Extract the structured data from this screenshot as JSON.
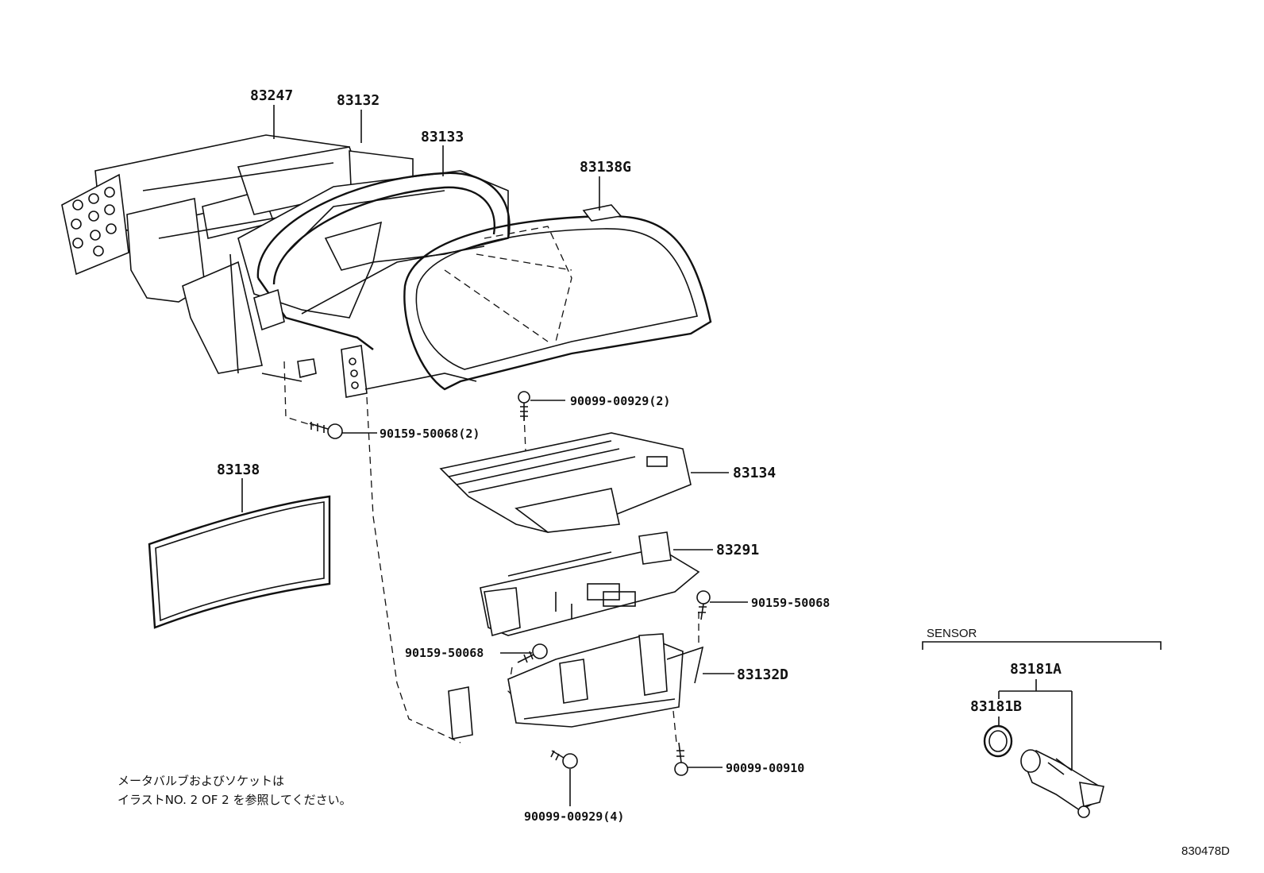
{
  "labels": {
    "p83247": "83247",
    "p83132": "83132",
    "p83133": "83133",
    "p83138G": "83138G",
    "p83138": "83138",
    "p83134": "83134",
    "p83291": "83291",
    "p83132D": "83132D",
    "b9009900929_2": "90099-00929(2)",
    "b9015950068_2": "90159-50068(2)",
    "b9015950068_r": "90159-50068",
    "b9015950068_l": "90159-50068",
    "b9009900910": "90099-00910",
    "b9009900929_4": "90099-00929(4)"
  },
  "sensor": {
    "title": "SENSOR",
    "p83181A": "83181A",
    "p83181B": "83181B"
  },
  "note": {
    "line1": "メータバルブおよびソケットは",
    "line2": "イラストNO. 2  OF  2  を参照してください。"
  },
  "figure_id": "830478D"
}
